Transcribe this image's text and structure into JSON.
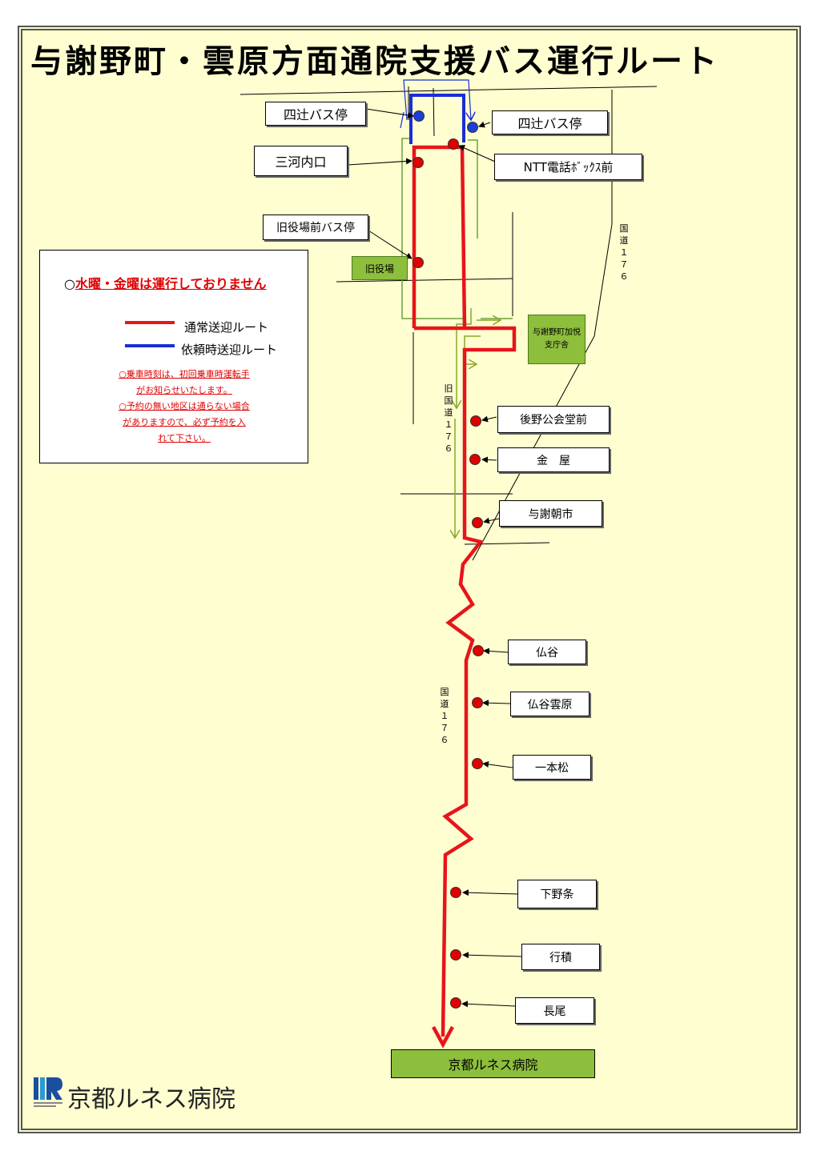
{
  "title": "与謝野町・雲原方面通院支援バス運行ルート",
  "colors": {
    "regular_route": "#e8141b",
    "request_route": "#1a2ed6",
    "stop_red": "#e00000",
    "stop_blue": "#1a3fd6",
    "facility_green": "#8dbe3c",
    "background": "#fefed0"
  },
  "legend": {
    "notice_mark": "○",
    "notice": "水曜・金曜は運行しておりません",
    "regular_label": "通常送迎ルート",
    "request_label": "依頼時送迎ルート",
    "notes": [
      "○乗車時刻は、初回乗車時運転手",
      "がお知らせいたします。",
      "○予約の無い地区は通らない場合",
      "がありますので、必ず予約を入",
      "れて下さい。"
    ]
  },
  "stops": {
    "yotsutsuji_west": "四辻バス停",
    "yotsutsuji_east": "四辻バス停",
    "mikawa_uchiguchi": "三河内口",
    "ntt_booth": "NTT電話ﾎﾞｯｸｽ前",
    "old_office_stop": "旧役場前バス停",
    "ushiro_no": "後野公会堂前",
    "kanaya": "金　屋",
    "yosa_asaichi": "与謝朝市",
    "hotokedani": "仏谷",
    "hotokedani_kumohara": "仏谷雲原",
    "ippon_matsu": "一本松",
    "shimo_nojo": "下野条",
    "yukizumi": "行積",
    "nagao": "長尾"
  },
  "facilities": {
    "old_office": "旧役場",
    "branch_office": "与謝野町加悦\n支庁舎",
    "hospital": "京都ルネス病院"
  },
  "roads": {
    "national_176_a": "国道１７６",
    "old_national_176": "旧国道１７６",
    "national_176_b": "国道１７６"
  },
  "logo": {
    "text": "京都ルネス病院"
  }
}
